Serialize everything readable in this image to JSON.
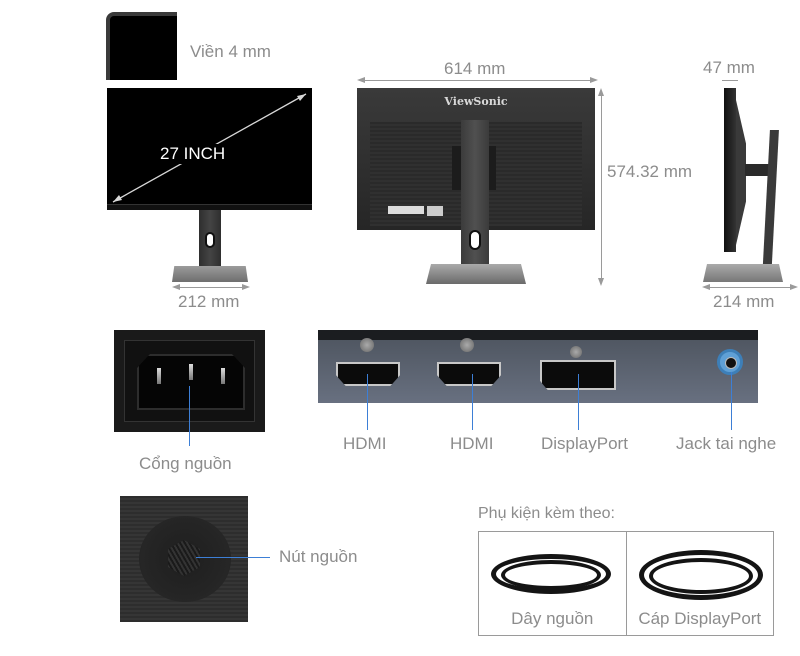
{
  "bezel": {
    "label": "Viền 4 mm"
  },
  "front_view": {
    "screen_label": "27 INCH",
    "base_width": "212 mm"
  },
  "back_view": {
    "brand": "ViewSonic",
    "width": "614 mm",
    "height": "574.32 mm"
  },
  "side_view": {
    "depth": "47 mm",
    "base_depth": "214 mm"
  },
  "power_port": {
    "label": "Cổng nguồn"
  },
  "ports": [
    {
      "label": "HDMI"
    },
    {
      "label": "HDMI"
    },
    {
      "label": "DisplayPort"
    },
    {
      "label": "Jack tai nghe"
    }
  ],
  "power_button": {
    "label": "Nút nguồn"
  },
  "accessories": {
    "title": "Phụ kiện kèm theo:",
    "items": [
      {
        "label": "Dây nguồn"
      },
      {
        "label": "Cáp DisplayPort"
      }
    ]
  },
  "colors": {
    "callout_line": "#3d7fd6",
    "label_text": "#8c8c8c",
    "dimension_line": "#9a9a9a"
  }
}
